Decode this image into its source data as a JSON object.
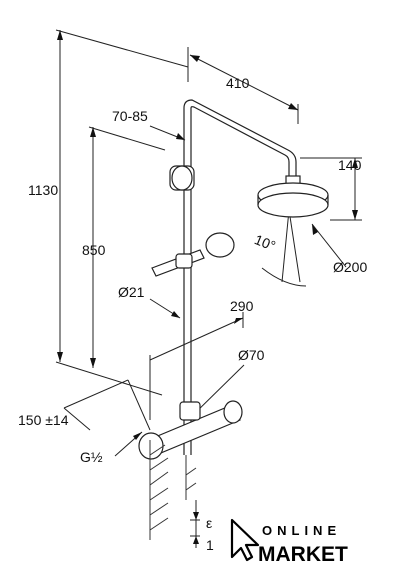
{
  "dimensions": {
    "total_height": "1130",
    "arm_length": "410",
    "arm_top": "70-85",
    "head_height": "140",
    "riser_height": "850",
    "head_angle": "10°",
    "head_diameter": "Ø200",
    "pipe_diameter": "Ø21",
    "mixer_width": "290",
    "mixer_diameter": "Ø70",
    "connection_spacing": "150 ±14",
    "thread": "G½",
    "epsilon": "ε",
    "one": "1"
  },
  "logo": {
    "line1": "ONLINE",
    "line2": "MARKET"
  }
}
